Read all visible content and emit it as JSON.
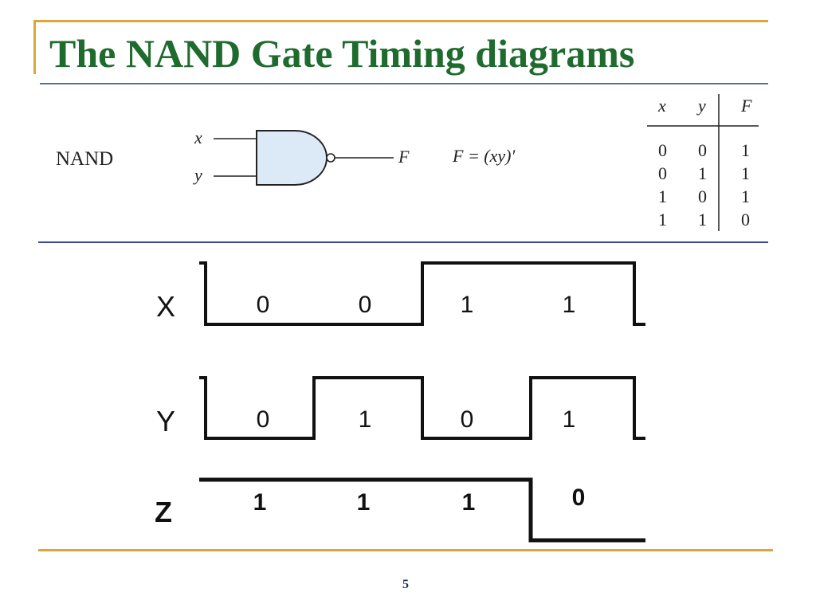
{
  "slide": {
    "title": "The NAND Gate Timing diagrams",
    "page_number": "5"
  },
  "gate": {
    "name": "NAND",
    "input_x": "x",
    "input_y": "y",
    "output": "F",
    "expression": "F = (xy)′"
  },
  "truth_table": {
    "headers": [
      "x",
      "y",
      "F"
    ],
    "rows": [
      [
        "0",
        "0",
        "1"
      ],
      [
        "0",
        "1",
        "1"
      ],
      [
        "1",
        "0",
        "1"
      ],
      [
        "1",
        "1",
        "0"
      ]
    ]
  },
  "timing": {
    "signals": [
      {
        "name": "X",
        "bits": [
          "0",
          "0",
          "1",
          "1"
        ]
      },
      {
        "name": "Y",
        "bits": [
          "0",
          "1",
          "0",
          "1"
        ]
      },
      {
        "name": "Z",
        "bits": [
          "1",
          "1",
          "1",
          "0"
        ]
      }
    ]
  },
  "colors": {
    "title": "#1f6b2e",
    "accent_gold": "#d8a838",
    "gate_fill": "#dce9f7",
    "rule_blue": "#3a4a9a"
  }
}
